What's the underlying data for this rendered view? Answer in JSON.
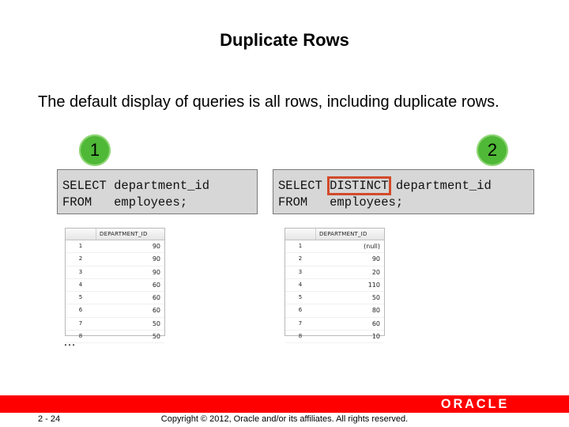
{
  "slide": {
    "title": "Duplicate Rows",
    "intro": "The default display of queries is all rows, including duplicate rows.",
    "ellipsis": "…",
    "page_number": "2 - 24",
    "copyright": "Copyright © 2012, Oracle and/or its affiliates. All rights reserved.",
    "logo": "ORACLE"
  },
  "examples": [
    {
      "badge": "1",
      "sql_line1_a": "SELECT department_id",
      "sql_line2": "FROM   employees;",
      "grid": {
        "header_num": "",
        "header_col": "DEPARTMENT_ID",
        "rows": [
          {
            "n": "1",
            "v": "90"
          },
          {
            "n": "2",
            "v": "90"
          },
          {
            "n": "3",
            "v": "90"
          },
          {
            "n": "4",
            "v": "60"
          },
          {
            "n": "5",
            "v": "60"
          },
          {
            "n": "6",
            "v": "60"
          },
          {
            "n": "7",
            "v": "50"
          },
          {
            "n": "8",
            "v": "50"
          }
        ]
      }
    },
    {
      "badge": "2",
      "sql_select": "SELECT",
      "sql_keyword": "DISTINCT",
      "sql_col": "department_id",
      "sql_line2": "FROM   employees;",
      "grid": {
        "header_num": "",
        "header_col": "DEPARTMENT_ID",
        "rows": [
          {
            "n": "1",
            "v": "(null)"
          },
          {
            "n": "2",
            "v": "90"
          },
          {
            "n": "3",
            "v": "20"
          },
          {
            "n": "4",
            "v": "110"
          },
          {
            "n": "5",
            "v": "50"
          },
          {
            "n": "6",
            "v": "80"
          },
          {
            "n": "7",
            "v": "60"
          },
          {
            "n": "8",
            "v": "10"
          }
        ]
      }
    }
  ],
  "colors": {
    "badge": "#4fb837",
    "highlight_box": "#d24a2a",
    "footer_bar": "#ff0000",
    "code_bg": "#d7d7d7"
  }
}
